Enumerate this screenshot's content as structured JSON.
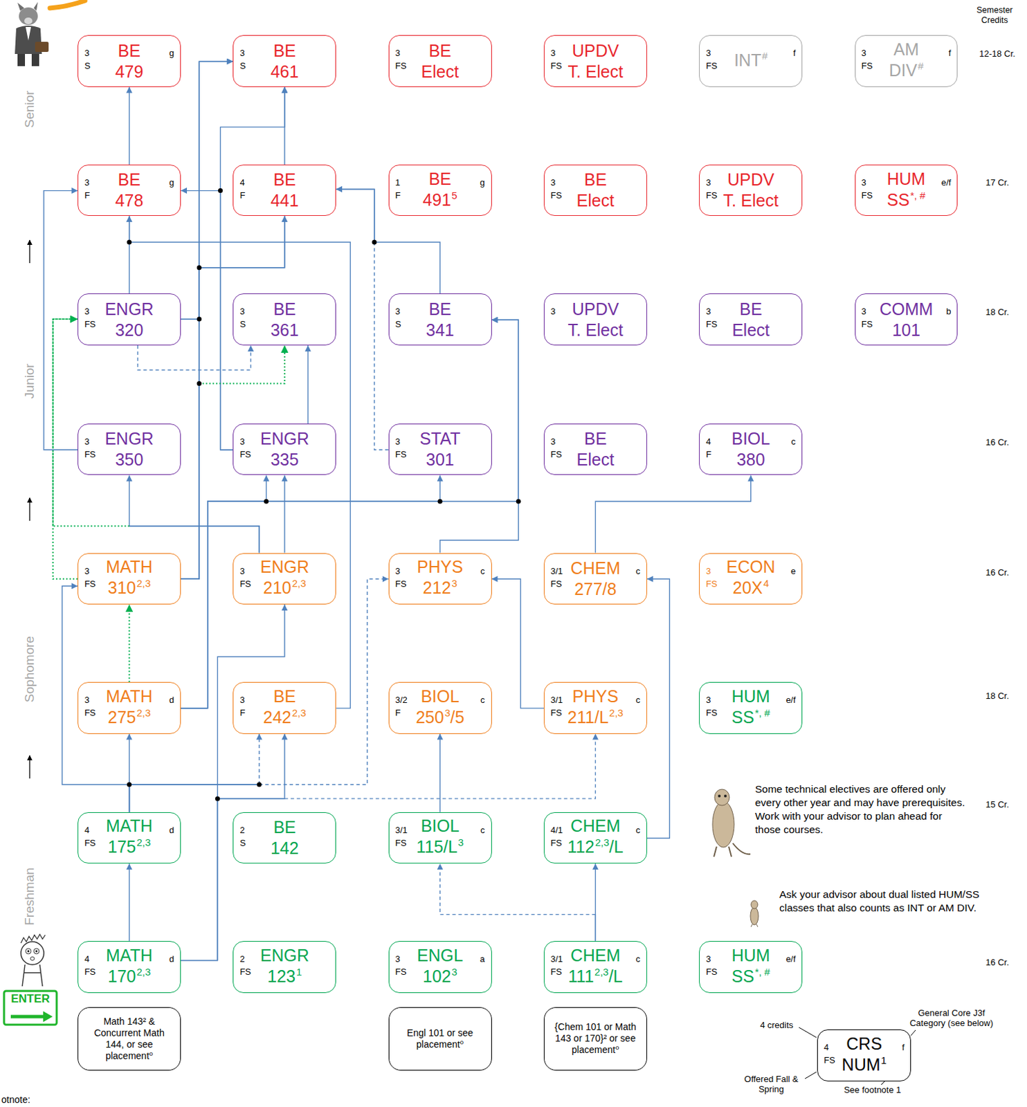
{
  "diagram": {
    "nodes": [
      {
        "text": [
          "3",
          "S",
          "BE",
          "479",
          "g"
        ]
      },
      {
        "text": [
          "3",
          "S",
          "BE",
          "461"
        ]
      },
      {
        "text": [
          "3",
          "FS",
          "BE",
          "Elect"
        ]
      },
      {
        "text": [
          "3",
          "FS",
          "UPDV",
          "T. Elect"
        ]
      },
      {
        "text": [
          "3",
          "FS",
          "INT",
          "#",
          "f"
        ]
      },
      {
        "text": [
          "3",
          "FS",
          "AM",
          "DIV",
          "#",
          "f"
        ]
      },
      {
        "text": [
          "3",
          "F",
          "BE",
          "478",
          "g"
        ]
      },
      {
        "text": [
          "4",
          "F",
          "BE",
          "441"
        ]
      },
      {
        "text": [
          "1",
          "F",
          "BE",
          "491",
          "5",
          "g"
        ]
      },
      {
        "text": [
          "3",
          "FS",
          "BE",
          "Elect"
        ]
      },
      {
        "text": [
          "3",
          "FS",
          "UPDV",
          "T. Elect"
        ]
      },
      {
        "text": [
          "3",
          "FS",
          "HUM",
          "SS",
          "*, #",
          "e/f"
        ]
      },
      {
        "text": [
          "3",
          "FS",
          "ENGR",
          "320"
        ]
      },
      {
        "text": [
          "3",
          "S",
          "BE",
          "361"
        ]
      },
      {
        "text": [
          "3",
          "S",
          "BE",
          "341"
        ]
      },
      {
        "text": [
          "3",
          "UPDV",
          "T. Elect"
        ]
      },
      {
        "text": [
          "3",
          "FS",
          "BE",
          "Elect"
        ]
      },
      {
        "text": [
          "3",
          "FS",
          "COMM",
          "101",
          "b"
        ]
      },
      {
        "text": [
          "3",
          "FS",
          "ENGR",
          "350"
        ]
      },
      {
        "text": [
          "3",
          "FS",
          "ENGR",
          "335"
        ]
      },
      {
        "text": [
          "3",
          "FS",
          "STAT",
          "301"
        ]
      },
      {
        "text": [
          "3",
          "FS",
          "BE",
          "Elect"
        ]
      },
      {
        "text": [
          "4",
          "F",
          "BIOL",
          "380",
          "c"
        ]
      },
      {
        "text": [
          "3",
          "FS",
          "MATH",
          "310",
          "2,3"
        ]
      },
      {
        "text": [
          "3",
          "FS",
          "ENGR",
          "210",
          "2,3"
        ]
      },
      {
        "text": [
          "3",
          "FS",
          "PHYS",
          "212",
          "3",
          "c"
        ]
      },
      {
        "text": [
          "3/1",
          "FS",
          "CHEM",
          "277/8",
          "c"
        ]
      },
      {
        "text": [
          "3",
          "FS",
          "ECON",
          "20X",
          "4",
          "e"
        ]
      },
      {
        "text": [
          "3",
          "FS",
          "MATH",
          "275",
          "2,3",
          "d"
        ]
      },
      {
        "text": [
          "3",
          "F",
          "BE",
          "242",
          "2,3"
        ]
      },
      {
        "text": [
          "3/2",
          "F",
          "BIOL",
          "250",
          "3",
          "/5",
          "c"
        ]
      },
      {
        "text": [
          "3/1",
          "FS",
          "PHYS",
          "211/L",
          "2,3",
          "c"
        ]
      },
      {
        "text": [
          "3",
          "FS",
          "HUM",
          "SS",
          "*, #",
          "e/f"
        ]
      },
      {
        "text": [
          "4",
          "FS",
          "MATH",
          "175",
          "2,3",
          "d"
        ]
      },
      {
        "text": [
          "2",
          "S",
          "BE",
          "142"
        ]
      },
      {
        "text": [
          "3/1",
          "FS",
          "BIOL",
          "115/L",
          "3",
          "c"
        ]
      },
      {
        "text": [
          "4/1",
          "FS",
          "CHEM",
          "112",
          "2,3",
          "/L",
          "c"
        ]
      },
      {
        "text": [
          "4",
          "FS",
          "MATH",
          "170",
          "2,3",
          "d"
        ]
      },
      {
        "text": [
          "2",
          "FS",
          "ENGR",
          "123",
          "1"
        ]
      },
      {
        "text": [
          "3",
          "FS",
          "ENGL",
          "102",
          "3",
          "a"
        ]
      },
      {
        "text": [
          "3/1",
          "FS",
          "CHEM",
          "111",
          "2,3",
          "/L",
          "c"
        ]
      },
      {
        "text": [
          "3",
          "FS",
          "HUM",
          "SS",
          "*, #",
          "e/f"
        ]
      },
      {
        "text": [
          "Math 143² & Concurrent Math 144, or see placement⁰"
        ]
      },
      {
        "text": [
          "Engl 101 or see placement⁰"
        ]
      },
      {
        "text": [
          "{Chem 101 or Math 143 or 170}² or see placement⁰"
        ]
      },
      {
        "text": [
          "4",
          "FS",
          "CRS",
          "NUM",
          "1",
          "f"
        ]
      }
    ],
    "edges": [
      {
        "from": 37,
        "to": 33,
        "arrow": "to"
      },
      {
        "from": 37,
        "to": 24,
        "arrow": "to"
      },
      {
        "from": 37,
        "to": 29,
        "arrow": "to"
      },
      {
        "from": 37,
        "to": 31,
        "arrow": "to"
      },
      {
        "from": 33,
        "to": 28,
        "arrow": "to"
      },
      {
        "from": 33,
        "to": 23,
        "arrow": "to"
      },
      {
        "from": 33,
        "to": 29,
        "arrow": "to"
      },
      {
        "from": 33,
        "to": 25,
        "arrow": "to"
      },
      {
        "from": 40,
        "to": 36,
        "arrow": "to"
      },
      {
        "from": 40,
        "to": 35,
        "arrow": "to"
      },
      {
        "from": 35,
        "to": 30,
        "arrow": "to"
      },
      {
        "from": 36,
        "to": 26,
        "arrow": "to"
      },
      {
        "from": 31,
        "to": 25,
        "arrow": "to"
      },
      {
        "from": 28,
        "to": 23,
        "arrow": "to"
      },
      {
        "from": 28,
        "to": 19,
        "arrow": "to"
      },
      {
        "from": 28,
        "to": 20,
        "arrow": "to"
      },
      {
        "from": 28,
        "to": 14,
        "arrow": "to"
      },
      {
        "from": 25,
        "to": 14,
        "arrow": "to"
      },
      {
        "from": 24,
        "to": 19,
        "arrow": "to"
      },
      {
        "from": 24,
        "to": 18,
        "arrow": "to"
      },
      {
        "from": 24,
        "to": 12,
        "arrow": "to"
      },
      {
        "from": 23,
        "to": 12,
        "arrow": "to"
      },
      {
        "from": 18,
        "to": 6,
        "arrow": "to"
      },
      {
        "from": 19,
        "to": 13,
        "arrow": "to"
      },
      {
        "from": 19,
        "to": 1,
        "arrow": "to"
      },
      {
        "from": 19,
        "to": 6,
        "arrow": "to"
      },
      {
        "from": 29,
        "to": 6,
        "arrow": "to"
      },
      {
        "from": 12,
        "to": 6,
        "arrow": "to"
      },
      {
        "from": 23,
        "to": 1,
        "arrow": "to"
      },
      {
        "from": 23,
        "to": 7,
        "arrow": "to"
      },
      {
        "from": 23,
        "to": 13,
        "arrow": "to"
      },
      {
        "from": 12,
        "to": 1,
        "arrow": "to"
      },
      {
        "from": 12,
        "to": 7,
        "arrow": "to"
      },
      {
        "from": 12,
        "to": 13,
        "arrow": "to"
      },
      {
        "from": 20,
        "to": 7,
        "arrow": "to"
      },
      {
        "from": 14,
        "to": 7,
        "arrow": "to"
      },
      {
        "from": 6,
        "to": 0,
        "arrow": "to"
      },
      {
        "from": 7,
        "to": 1,
        "arrow": "to"
      },
      {
        "from": 26,
        "to": 22,
        "arrow": "to"
      }
    ],
    "labels": [
      "Semester Credits",
      "12-18 Cr.",
      "17 Cr.",
      "18 Cr.",
      "16 Cr.",
      "16 Cr.",
      "18 Cr.",
      "15 Cr.",
      "16 Cr.",
      "Senior",
      "Junior",
      "Sophomore",
      "Freshman",
      "Some technical electives are offered only every other year and may have prerequisites. Work with your advisor to plan ahead for those courses.",
      "Ask your advisor about dual listed HUM/SS classes that also counts as INT or AM DIV.",
      "ENTER",
      "4 credits",
      "General Core J3f Category (see below)",
      "Offered Fall & Spring",
      "See footnote 1",
      "otnote:"
    ]
  }
}
